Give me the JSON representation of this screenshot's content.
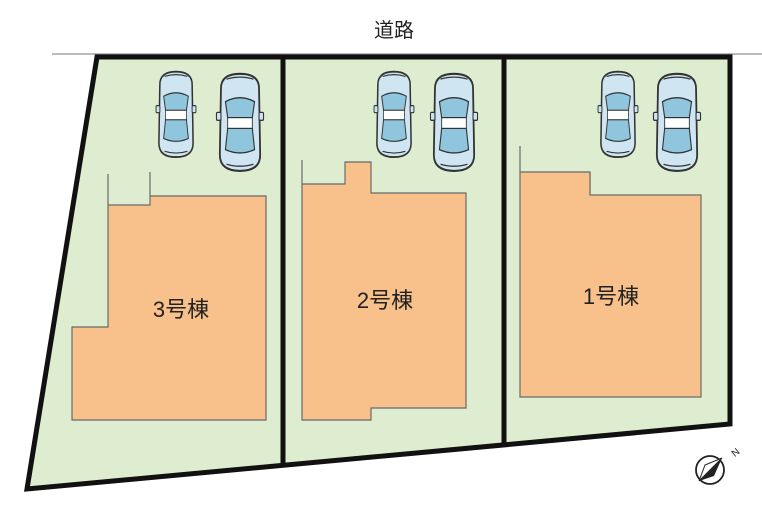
{
  "road": {
    "label": "道路"
  },
  "units": [
    {
      "label": "3号棟",
      "parking_spaces": 2
    },
    {
      "label": "2号棟",
      "parking_spaces": 2
    },
    {
      "label": "1号棟",
      "parking_spaces": 2
    }
  ],
  "compass": {
    "north_label": "N"
  },
  "colors": {
    "lot": "#deeccf",
    "building": "#f8c08a",
    "car_body": "#cfe6f2",
    "car_glass": "#8fc6de",
    "boundary": "#111111"
  }
}
